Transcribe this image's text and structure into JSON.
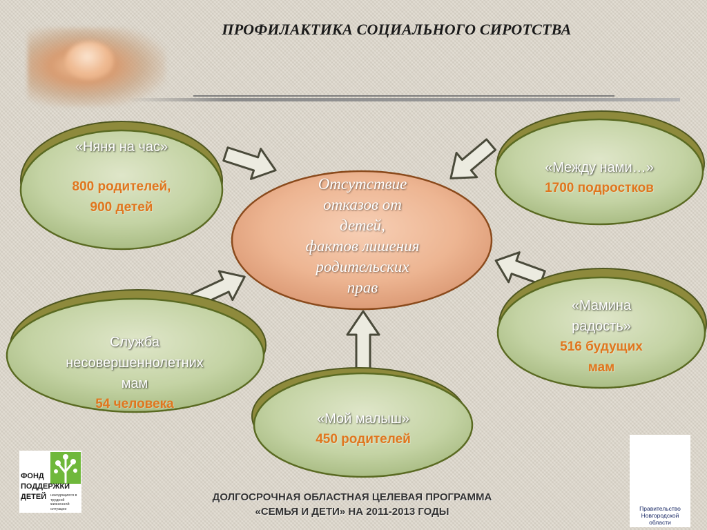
{
  "title": "ПРОФИЛАКТИКА СОЦИАЛЬНОГО СИРОТСТВА",
  "center": {
    "lines": [
      "Отсутствие",
      "отказов  от",
      "детей,",
      "фактов лишения",
      "родительских",
      "прав"
    ]
  },
  "bubbles": [
    {
      "label": "«Няня на час»",
      "values": [
        "800 родителей,",
        "900 детей"
      ]
    },
    {
      "label": "«Между нами…»",
      "values": [
        "1700 подростков"
      ]
    },
    {
      "label_lines": [
        "Служба",
        "несовершеннолетних",
        "мам"
      ],
      "values": [
        "54 человека"
      ]
    },
    {
      "label_lines": [
        "«Мамина",
        "радость»"
      ],
      "values": [
        "516 будущих",
        "мам"
      ]
    },
    {
      "label": "«Мой малыш»",
      "values": [
        "450  родителей"
      ]
    }
  ],
  "logo_left": {
    "lines": [
      "ФОНД",
      "ПОДДЕРЖКИ",
      "ДЕТЕЙ"
    ],
    "tagline": "находящихся в трудной жизненной ситуации"
  },
  "logo_right": {
    "caption_lines": [
      "Правительство",
      "Новгородской",
      "области"
    ]
  },
  "footer": {
    "line1": "ДОЛГОСРОЧНАЯ ОБЛАСТНАЯ ЦЕЛЕВАЯ ПРОГРАММА",
    "line2": "«СЕМЬЯ И ДЕТИ» НА 2011-2013 ГОДЫ"
  },
  "colors": {
    "bubble_fill": "#c4d3a4",
    "bubble_shadow": "#8e8a3c",
    "bubble_border": "#5a6a22",
    "center_fill": "#edb592",
    "center_border": "#8a4a1c",
    "value_text": "#e0761e"
  }
}
